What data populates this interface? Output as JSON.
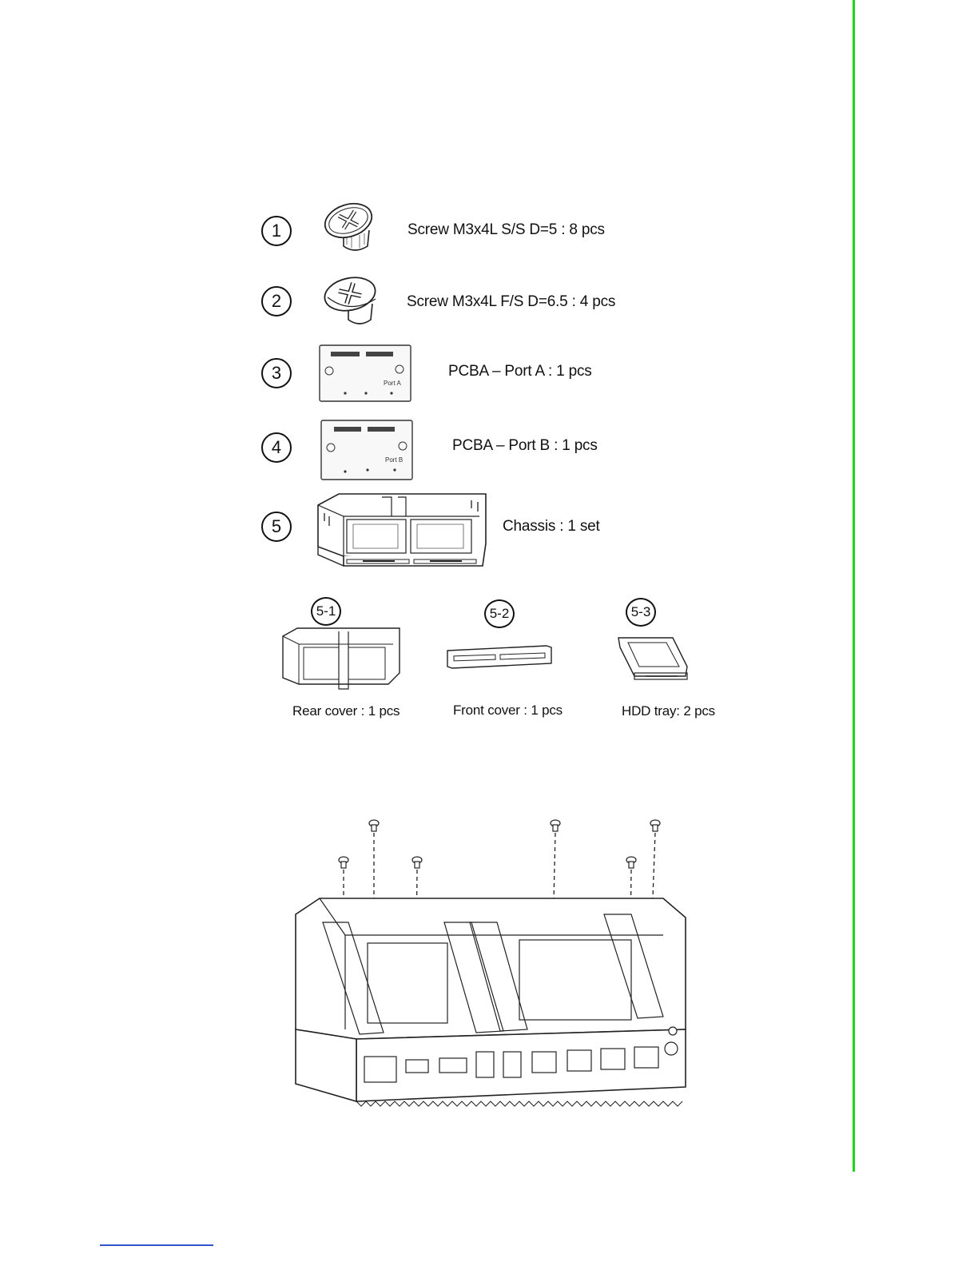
{
  "parts": [
    {
      "num": "1",
      "label": "Screw M3x4L S/S D=5 : 8 pcs",
      "icon": "flat-head-screw-icon"
    },
    {
      "num": "2",
      "label": "Screw M3x4L F/S D=6.5 : 4 pcs",
      "icon": "pan-head-screw-icon"
    },
    {
      "num": "3",
      "label": "PCBA – Port A : 1 pcs",
      "icon": "pcba-board-icon",
      "board_text": "Port A"
    },
    {
      "num": "4",
      "label": "PCBA – Port B : 1 pcs",
      "icon": "pcba-board-icon",
      "board_text": "Port B"
    },
    {
      "num": "5",
      "label": "Chassis : 1 set",
      "icon": "chassis-icon"
    }
  ],
  "sub_parts": [
    {
      "num": "5-1",
      "label": "Rear cover : 1 pcs"
    },
    {
      "num": "5-2",
      "label": "Front cover : 1 pcs"
    },
    {
      "num": "5-3",
      "label": "HDD tray: 2 pcs"
    }
  ],
  "colors": {
    "side_rule": "#1fd21f",
    "footer_rule": "#3355cc"
  }
}
